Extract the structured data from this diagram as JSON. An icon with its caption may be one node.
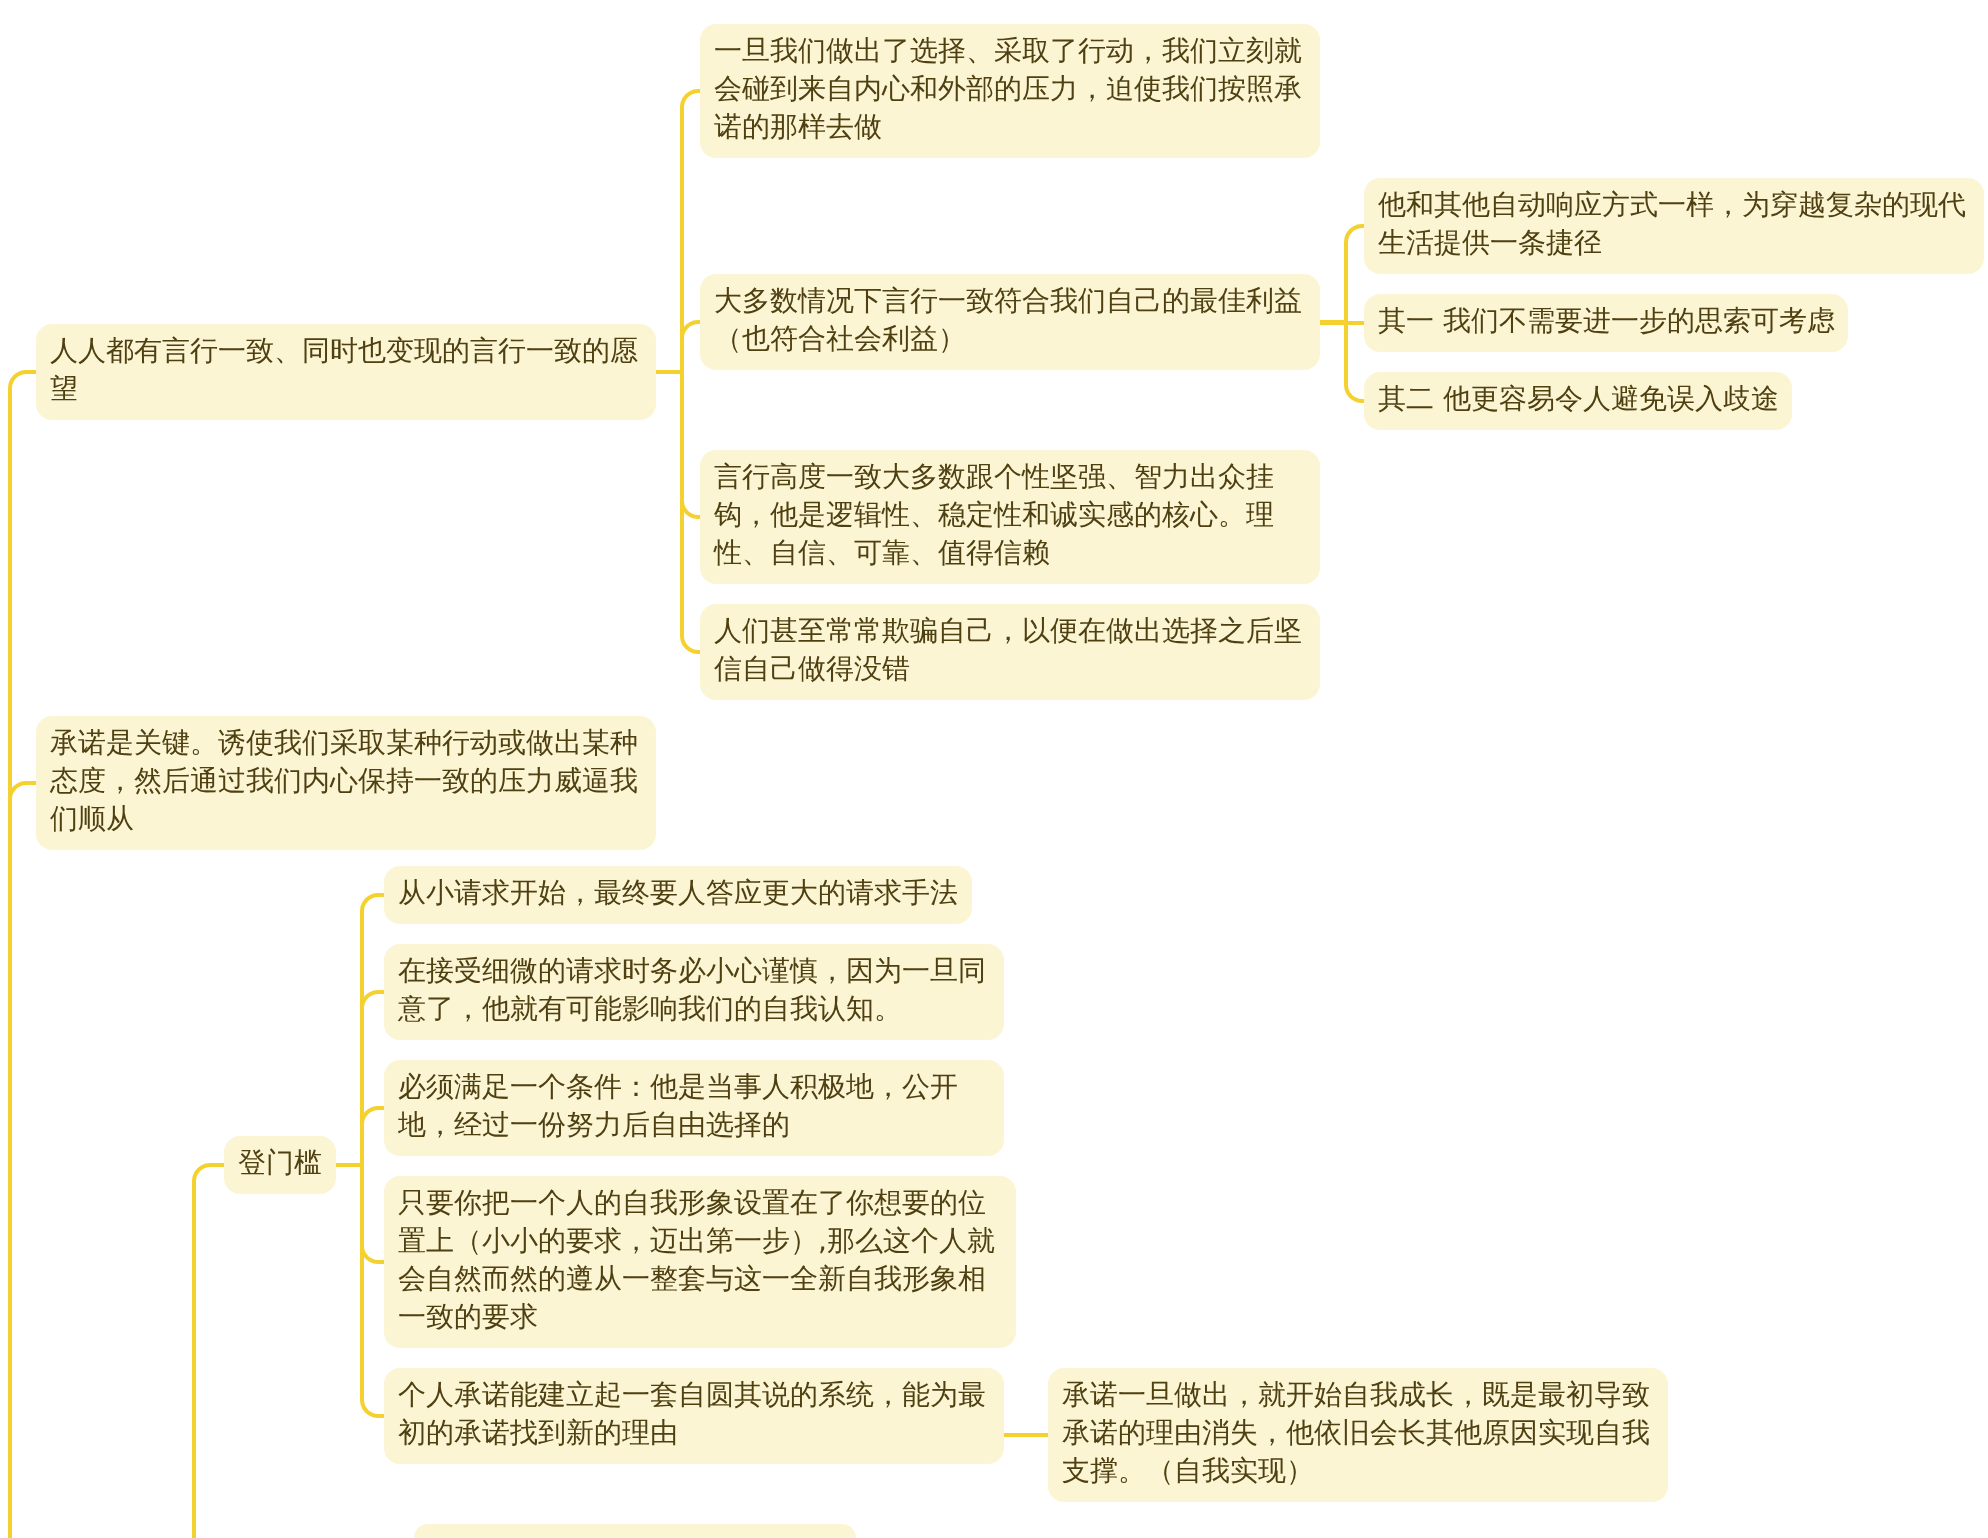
{
  "diagram": {
    "nodes": [
      {
        "text": [
          "人人都有言行一致、同时也变现的言行一致的愿望"
        ]
      },
      {
        "text": [
          "一旦我们做出了选择、采取了行动，我们立刻就会碰到来自内心和外部的压力，迫使我们按照承诺的那样去做"
        ]
      },
      {
        "text": [
          "大多数情况下言行一致符合我们自己的最佳利益（也符合社会利益）"
        ]
      },
      {
        "text": [
          "他和其他自动响应方式一样，为穿越复杂的现代生活提供一条捷径"
        ]
      },
      {
        "text": [
          "其一 我们不需要进一步的思索可考虑"
        ]
      },
      {
        "text": [
          "其二 他更容易令人避免误入歧途"
        ]
      },
      {
        "text": [
          "言行高度一致大多数跟个性坚强、智力出众挂钩，他是逻辑性、稳定性和诚实感的核心。理性、自信、可靠、值得信赖"
        ]
      },
      {
        "text": [
          "人们甚至常常欺骗自己，以便在做出选择之后坚信自己做得没错"
        ]
      },
      {
        "text": [
          "承诺是关键。诱使我们采取某种行动或做出某种态度，然后通过我们内心保持一致的压力威逼我们顺从"
        ]
      },
      {
        "text": [
          "登门槛"
        ]
      },
      {
        "text": [
          "从小请求开始，最终要人答应更大的请求手法"
        ]
      },
      {
        "text": [
          "在接受细微的请求时务必小心谨慎，因为一旦同意了，他就有可能影响我们的自我认知。"
        ]
      },
      {
        "text": [
          "必须满足一个条件：他是当事人积极地，公开地，经过一份努力后自由选择的"
        ]
      },
      {
        "text": [
          "只要你把一个人的自我形象设置在了你想要的位置上（小小的要求，迈出第一步）,那么这个人就会自然而然的遵从一整套与这一全新自我形象相一致的要求"
        ]
      },
      {
        "text": [
          "个人承诺能建立起一套自圆其说的系统，能为最初的承诺找到新的理由"
        ]
      },
      {
        "text": [
          "承诺一旦做出，就开始自我成长，既是最初导致承诺的理由消失，他依旧会长其他原因实现自我支撑。（自我实现）"
        ]
      },
      {
        "text": [],
        "shape": "box"
      }
    ],
    "edges": [
      {
        "from": null,
        "to": 0,
        "arrow": "none"
      },
      {
        "from": 0,
        "to": 1,
        "arrow": "none"
      },
      {
        "from": 0,
        "to": 2,
        "arrow": "none"
      },
      {
        "from": 2,
        "to": 3,
        "arrow": "none"
      },
      {
        "from": 2,
        "to": 4,
        "arrow": "none"
      },
      {
        "from": 2,
        "to": 5,
        "arrow": "none"
      },
      {
        "from": 0,
        "to": 6,
        "arrow": "none"
      },
      {
        "from": 0,
        "to": 7,
        "arrow": "none"
      },
      {
        "from": null,
        "to": 8,
        "arrow": "none"
      },
      {
        "from": null,
        "to": 9,
        "arrow": "none"
      },
      {
        "from": 9,
        "to": 10,
        "arrow": "none"
      },
      {
        "from": 9,
        "to": 11,
        "arrow": "none"
      },
      {
        "from": 9,
        "to": 12,
        "arrow": "none"
      },
      {
        "from": 9,
        "to": 13,
        "arrow": "none"
      },
      {
        "from": 9,
        "to": 14,
        "arrow": "none"
      },
      {
        "from": 14,
        "to": 15,
        "arrow": "none"
      }
    ]
  }
}
